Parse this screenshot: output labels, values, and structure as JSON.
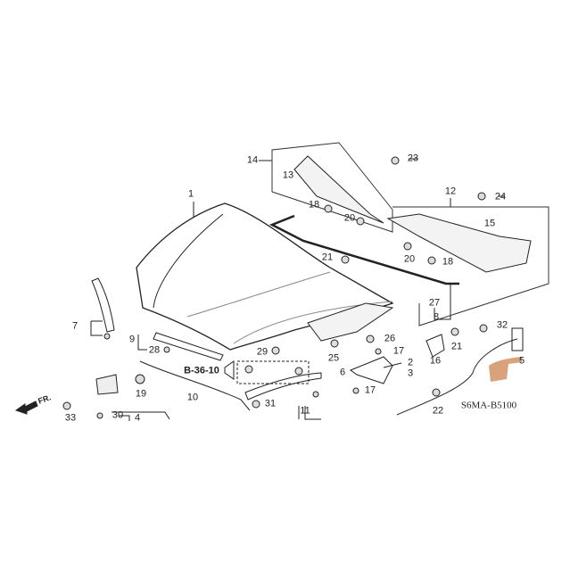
{
  "diagram": {
    "code": "S6MA-B5100",
    "reference": "B-36-10",
    "front_marker": "FR.",
    "callouts": [
      "1",
      "14",
      "13",
      "23",
      "12",
      "24",
      "18",
      "20",
      "15",
      "21",
      "18",
      "20",
      "27",
      "8",
      "7",
      "9",
      "28",
      "29",
      "26",
      "17",
      "2",
      "3",
      "25",
      "6",
      "16",
      "21",
      "32",
      "5",
      "10",
      "19",
      "11",
      "31",
      "17",
      "22",
      "33",
      "30",
      "4"
    ]
  }
}
